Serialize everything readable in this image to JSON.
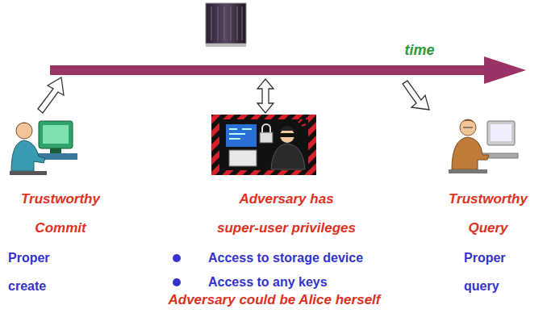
{
  "diagram": {
    "labels": [
      "time",
      "Trustworthy",
      "Commit",
      "Proper",
      "create",
      "Adversary has",
      "super-user privileges",
      "Access to storage device",
      "Access to any keys",
      "Adversary could be Alice herself",
      "Trustworthy",
      "Query",
      "Proper",
      "query"
    ]
  }
}
